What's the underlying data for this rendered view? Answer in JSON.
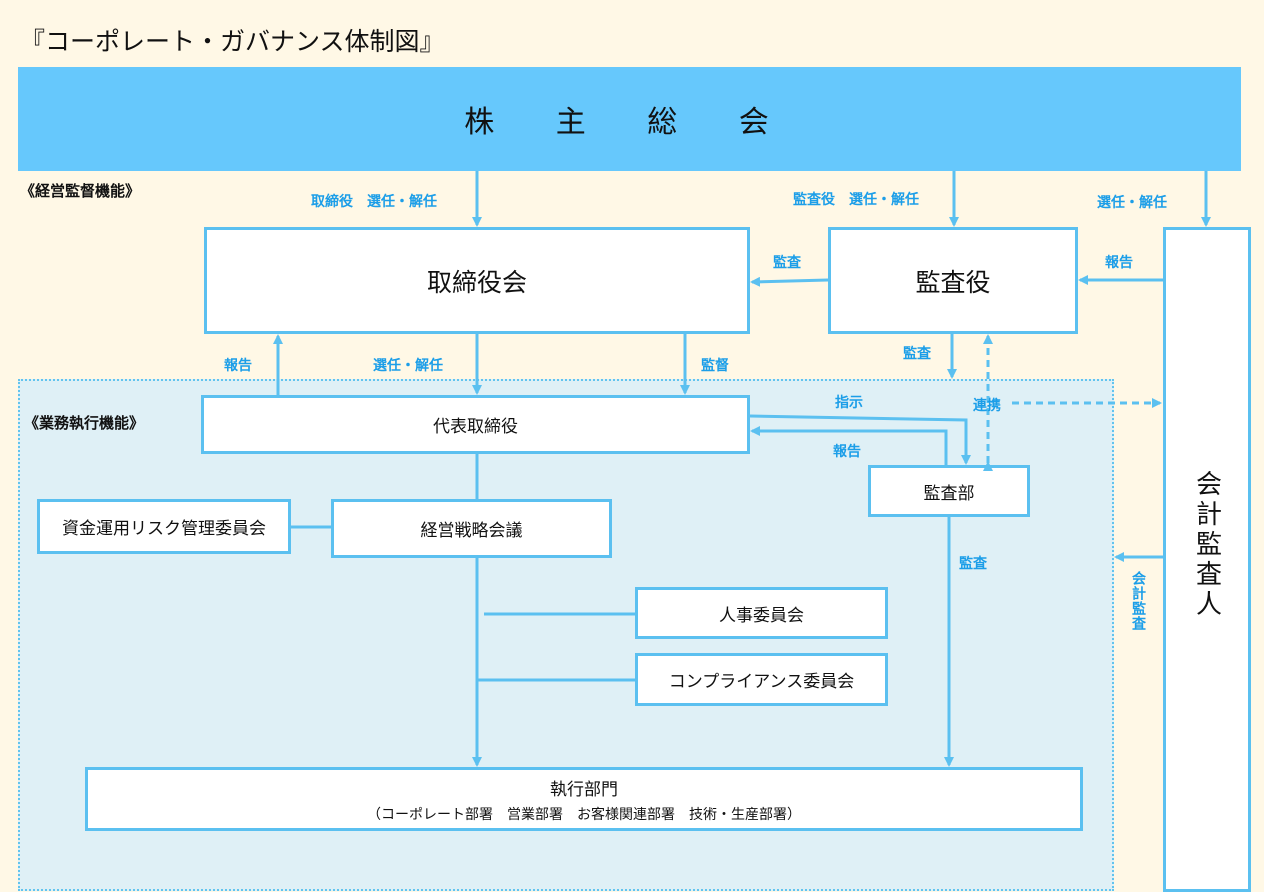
{
  "title": "『コーポレート・ガバナンス体制図』",
  "shareholders": "株 主 総 会",
  "sections": {
    "supervision": "《経営監督機能》",
    "execution": "《業務執行機能》"
  },
  "boxes": {
    "board": "取締役会",
    "auditors": "監査役",
    "president": "代表取締役",
    "audit_dept": "監査部",
    "risk_committee": "資金運用リスク管理委員会",
    "strategy_meeting": "経営戦略会議",
    "hr_committee": "人事委員会",
    "compliance_committee": "コンプライアンス委員会",
    "exec_dept_title": "執行部門",
    "exec_dept_sub": "（コーポレート部署　営業部署　お客様関連部署　技術・生産部署）",
    "accounting_auditor": "会計監査人"
  },
  "edge_labels": {
    "board_elect": "取締役　選任・解任",
    "auditor_elect": "監査役　選任・解任",
    "acct_elect": "選任・解任",
    "audit_board": "監査",
    "report_auditor": "報告",
    "report_board": "報告",
    "elect_president": "選任・解任",
    "supervise": "監督",
    "audit_down": "監査",
    "instruct": "指示",
    "cooperate": "連携",
    "report_president": "報告",
    "audit_exec": "監査",
    "acct_audit": "会計監査"
  },
  "colors": {
    "shareholders_bg": "#66c8fc",
    "line": "#5bc0f0",
    "label": "#1c9ee8",
    "exec_bg": "#dff0f6",
    "page_bg": "#fff8e6"
  }
}
